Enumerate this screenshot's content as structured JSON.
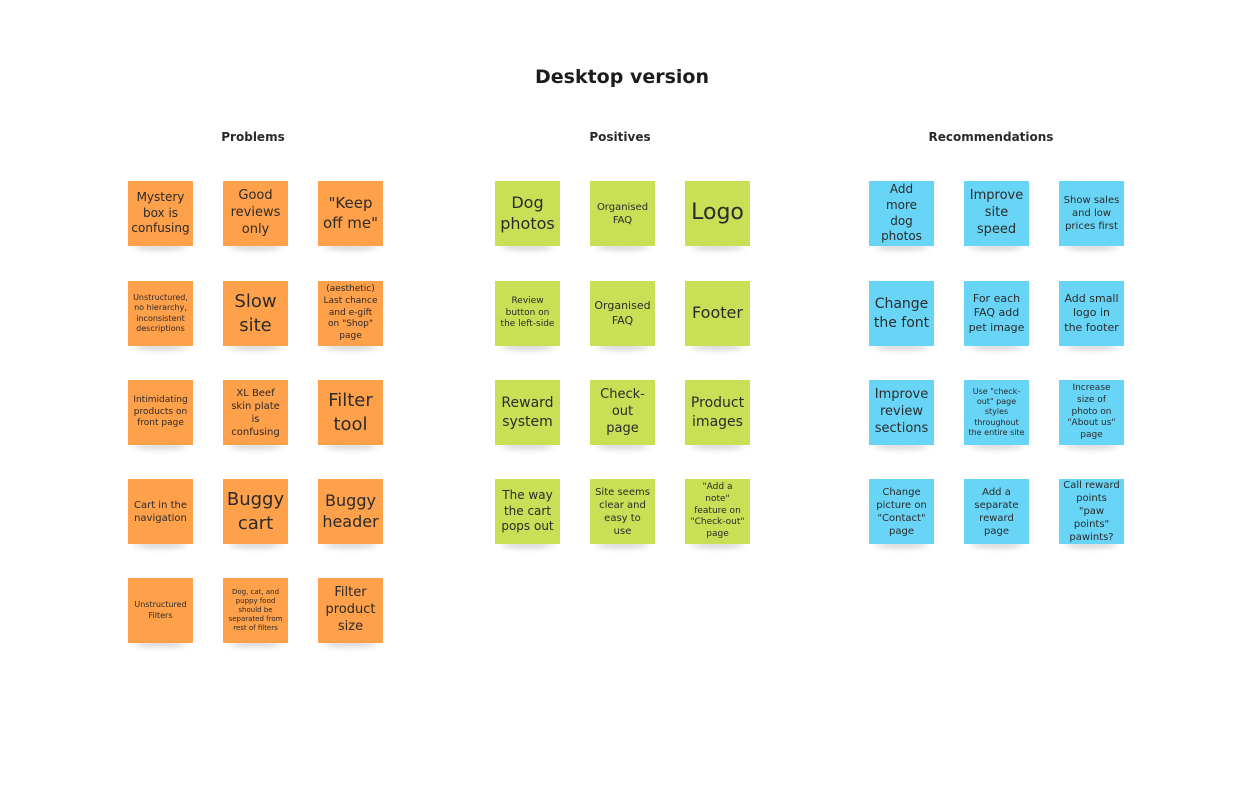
{
  "title": "Desktop version",
  "colors": {
    "orange": "#ffa04a",
    "green": "#c9df56",
    "blue": "#68d5f7"
  },
  "columns": [
    {
      "title": "Problems",
      "color": "#ffa04a",
      "notes": [
        "Mystery box is confusing",
        "Good reviews only",
        "\"Keep off me\"",
        "Unstructured, no hierarchy, inconsistent descriptions",
        "Slow site",
        "(aesthetic) Last chance and e-gift on \"Shop\" page",
        "Intimidating products on front page",
        "XL Beef skin plate is confusing",
        "Filter tool",
        "Cart in the navigation",
        "Buggy cart",
        "Buggy header",
        "Unstructured Filters",
        "Dog, cat, and puppy food should be separated from rest of filters",
        "Filter product size"
      ]
    },
    {
      "title": "Positives",
      "color": "#c9df56",
      "notes": [
        "Dog photos",
        "Organised FAQ",
        "Logo",
        "Review button on the left-side",
        "Organised FAQ",
        "Footer",
        "Reward system",
        "Check-out page",
        "Product images",
        "The way the cart pops out",
        "Site seems clear and easy to use",
        "\"Add a note\" feature on \"Check-out\" page"
      ]
    },
    {
      "title": "Recommendations",
      "color": "#68d5f7",
      "notes": [
        "Add more dog photos",
        "Improve site speed",
        "Show sales and low prices first",
        "Change the font",
        "For each FAQ add pet image",
        "Add small logo in the footer",
        "Improve review sections",
        "Use \"check-out\" page styles throughout the entire site",
        "Increase size of photo on \"About us\" page",
        "Change picture on \"Contact\" page",
        "Add a separate reward page",
        "Call reward points \"paw points\" pawints?"
      ]
    }
  ]
}
